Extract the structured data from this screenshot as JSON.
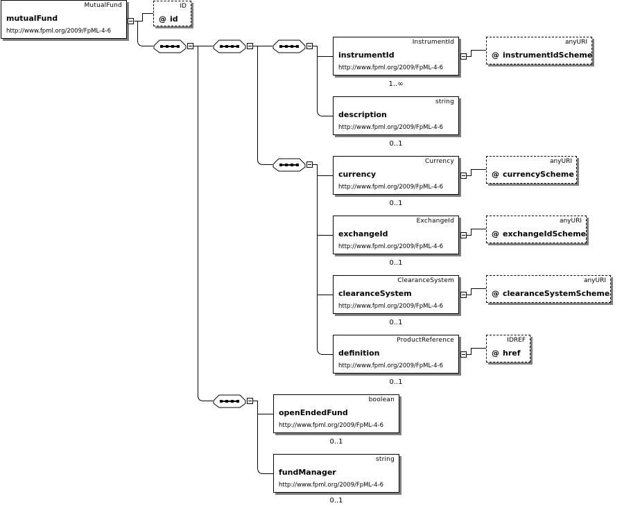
{
  "diagram": {
    "root": {
      "type": "MutualFund",
      "name": "mutualFund",
      "namespace": "http://www.fpml.org/2009/FpML-4-6",
      "attribute": {
        "type": "ID",
        "at": "@",
        "name": "id"
      }
    },
    "instrument_group": [
      {
        "type": "InstrumentId",
        "name": "instrumentId",
        "namespace": "http://www.fpml.org/2009/FpML-4-6",
        "occurrence": "1..∞",
        "attribute": {
          "type": "anyURI",
          "at": "@",
          "name": "instrumentIdScheme"
        }
      },
      {
        "type": "string",
        "name": "description",
        "namespace": "http://www.fpml.org/2009/FpML-4-6",
        "occurrence": "0..1"
      }
    ],
    "optional_group": [
      {
        "type": "Currency",
        "name": "currency",
        "namespace": "http://www.fpml.org/2009/FpML-4-6",
        "occurrence": "0..1",
        "attribute": {
          "type": "anyURI",
          "at": "@",
          "name": "currencyScheme"
        }
      },
      {
        "type": "ExchangeId",
        "name": "exchangeId",
        "namespace": "http://www.fpml.org/2009/FpML-4-6",
        "occurrence": "0..1",
        "attribute": {
          "type": "anyURI",
          "at": "@",
          "name": "exchangeIdScheme"
        }
      },
      {
        "type": "ClearanceSystem",
        "name": "clearanceSystem",
        "namespace": "http://www.fpml.org/2009/FpML-4-6",
        "occurrence": "0..1",
        "attribute": {
          "type": "anyURI",
          "at": "@",
          "name": "clearanceSystemScheme"
        }
      },
      {
        "type": "ProductReference",
        "name": "definition",
        "namespace": "http://www.fpml.org/2009/FpML-4-6",
        "occurrence": "0..1",
        "attribute": {
          "type": "IDREF",
          "at": "@",
          "name": "href"
        }
      }
    ],
    "fund_group": [
      {
        "type": "boolean",
        "name": "openEndedFund",
        "namespace": "http://www.fpml.org/2009/FpML-4-6",
        "occurrence": "0..1"
      },
      {
        "type": "string",
        "name": "fundManager",
        "namespace": "http://www.fpml.org/2009/FpML-4-6",
        "occurrence": "0..1"
      }
    ]
  }
}
